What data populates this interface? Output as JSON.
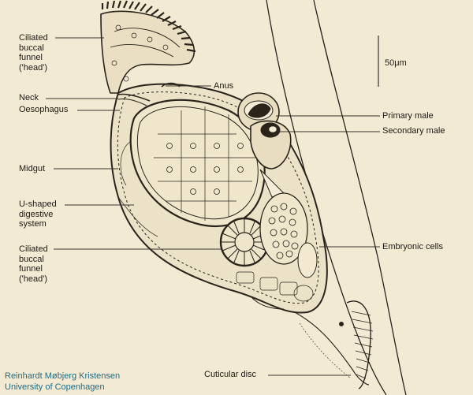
{
  "labels": {
    "funnel_top": "Ciliated\nbuccal\nfunnel\n('head')",
    "neck": "Neck",
    "oesophagus": "Oesophagus",
    "midgut": "Midgut",
    "u_shaped": "U-shaped\ndigestive\nsystem",
    "funnel_bottom": "Ciliated\nbuccal\nfunnel\n('head')",
    "anus": "Anus",
    "primary_male": "Primary male",
    "secondary_male": "Secondary male",
    "embryonic_cells": "Embryonic cells",
    "cuticular_disc": "Cuticular disc"
  },
  "scale_bar": {
    "label": "50μm"
  },
  "credit": {
    "author": "Reinhardt Møbjerg Kristensen",
    "institution": "University of Copenhagen"
  },
  "colors": {
    "background": "#f3ead4",
    "ink": "#2a241b",
    "credit_text": "#1f6d83"
  }
}
